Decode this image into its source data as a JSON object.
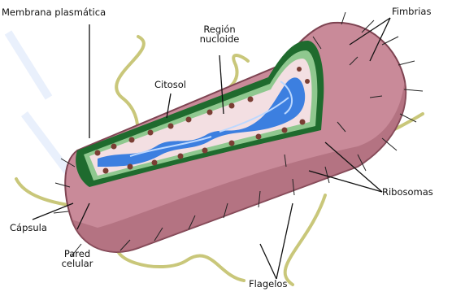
{
  "labels": {
    "membrana": "Membrana plasmática",
    "region": "Región",
    "nucleoide": "nucloide",
    "fimbrias": "Fimbrias",
    "citosol": "Citosol",
    "ribosomas": "Ribosomas",
    "capsula": "Cápsula",
    "pared_1": "Pared",
    "pared_2": "celular",
    "flagelos": "Flagelos"
  },
  "colors": {
    "capsule": "#c98a99",
    "capsule_dark": "#a2616f",
    "wall": "#1f6b2e",
    "cytosol": "#f3dfe2",
    "nucleoid": "#3c7fe0",
    "ribosome": "#7a3e34",
    "flagellum": "#c9c77a",
    "leader": "#111111"
  }
}
